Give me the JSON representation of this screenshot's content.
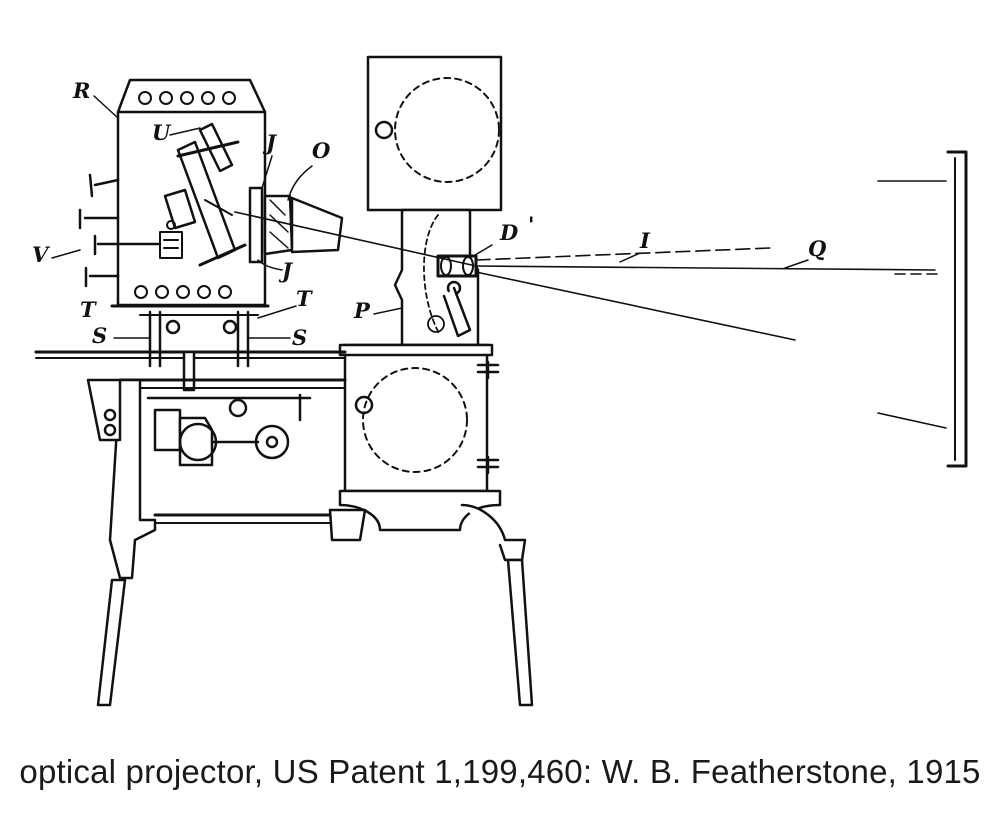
{
  "caption": "optical projector, US Patent 1,199,460: W. B. Featherstone, 1915",
  "labels": {
    "R": "R",
    "U": "U",
    "J_top": "J",
    "J_bottom": "J",
    "O": "O",
    "V": "V",
    "D": "D",
    "D_prime": "'",
    "I": "I",
    "Q": "Q",
    "T_left": "T",
    "T_right": "T",
    "S_left": "S",
    "S_right": "S",
    "P": "P"
  },
  "colors": {
    "ink": "#111111",
    "paper": "#ffffff"
  }
}
